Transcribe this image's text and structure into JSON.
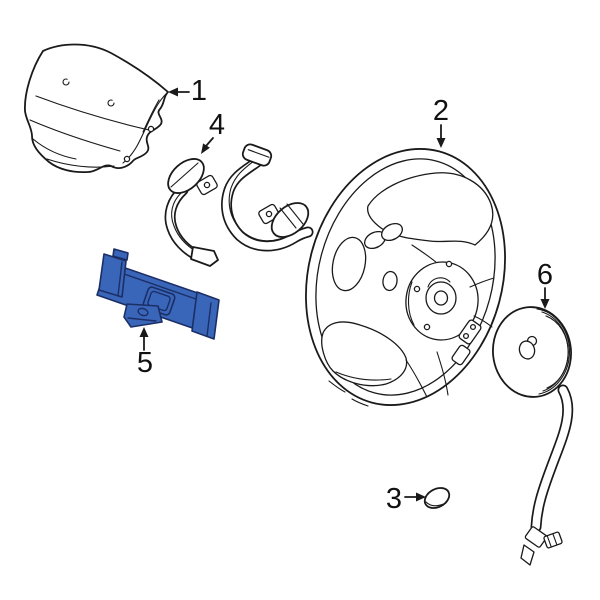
{
  "diagram": {
    "colors": {
      "background": "#ffffff",
      "line": "#1a1a1a",
      "digit": "#111111",
      "highlight-fill": "#3a66ba",
      "highlight-stroke": "#1b2f66"
    },
    "callouts": [
      {
        "label": "1"
      },
      {
        "label": "2"
      },
      {
        "label": "3"
      },
      {
        "label": "4"
      },
      {
        "label": "5"
      },
      {
        "label": "6"
      }
    ]
  }
}
